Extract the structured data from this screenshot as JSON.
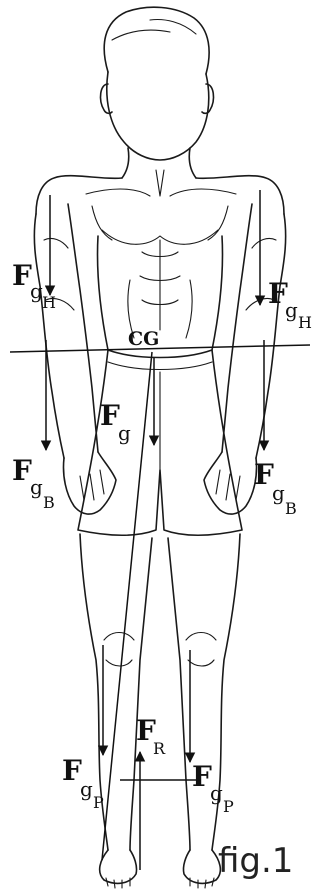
{
  "labels": {
    "cg": "CG",
    "force_symbol": "F",
    "g": "g",
    "sub_head": "H",
    "sub_body": "B",
    "sub_pelvis": "P",
    "sub_reaction": "R",
    "figure_caption": "fig.1"
  }
}
